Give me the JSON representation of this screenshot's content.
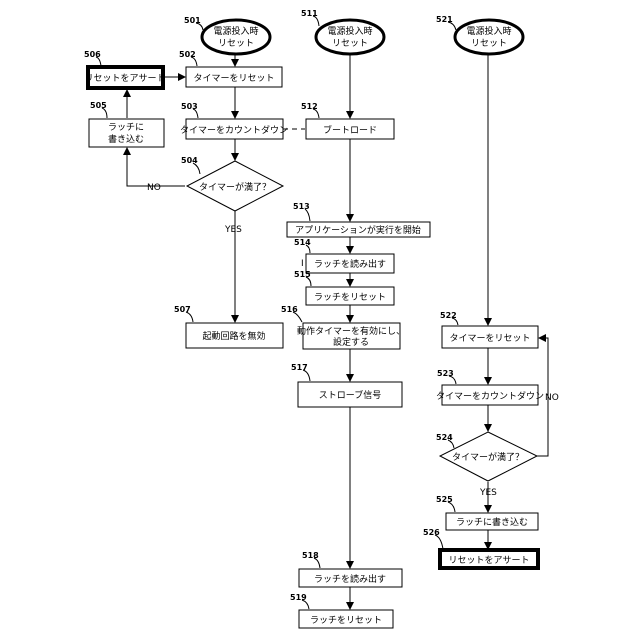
{
  "nodes": {
    "n501": {
      "ref": "501",
      "lines": [
        "電源投入時",
        "リセット"
      ]
    },
    "n502": {
      "ref": "502",
      "lines": [
        "タイマーをリセット"
      ]
    },
    "n503": {
      "ref": "503",
      "lines": [
        "タイマーをカウントダウン"
      ]
    },
    "n504": {
      "ref": "504",
      "lines": [
        "タイマーが満了？"
      ]
    },
    "n505": {
      "ref": "505",
      "lines": [
        "ラッチに",
        "書き込む"
      ]
    },
    "n506": {
      "ref": "506",
      "lines": [
        "リセットをアサート"
      ]
    },
    "n507": {
      "ref": "507",
      "lines": [
        "起動回路を無効"
      ]
    },
    "n511": {
      "ref": "511",
      "lines": [
        "電源投入時",
        "リセット"
      ]
    },
    "n512": {
      "ref": "512",
      "lines": [
        "ブートロード"
      ]
    },
    "n513": {
      "ref": "513",
      "lines": [
        "アプリケーションが実行を開始"
      ]
    },
    "n514": {
      "ref": "514",
      "lines": [
        "ラッチを読み出す"
      ]
    },
    "n515": {
      "ref": "515",
      "lines": [
        "ラッチをリセット"
      ]
    },
    "n516": {
      "ref": "516",
      "lines": [
        "動作タイマーを有効にし、",
        "設定する"
      ]
    },
    "n517": {
      "ref": "517",
      "lines": [
        "ストローブ信号"
      ]
    },
    "n518": {
      "ref": "518",
      "lines": [
        "ラッチを読み出す"
      ]
    },
    "n519": {
      "ref": "519",
      "lines": [
        "ラッチをリセット"
      ]
    },
    "n521": {
      "ref": "521",
      "lines": [
        "電源投入時",
        "リセット"
      ]
    },
    "n522": {
      "ref": "522",
      "lines": [
        "タイマーをリセット"
      ]
    },
    "n523": {
      "ref": "523",
      "lines": [
        "タイマーをカウントダウン"
      ]
    },
    "n524": {
      "ref": "524",
      "lines": [
        "タイマーが満了？"
      ]
    },
    "n525": {
      "ref": "525",
      "lines": [
        "ラッチに書き込む"
      ]
    },
    "n526": {
      "ref": "526",
      "lines": [
        "リセットをアサート"
      ]
    }
  },
  "edge_labels": {
    "no_504": "NO",
    "yes_504": "YES",
    "no_524": "NO",
    "yes_524": "YES",
    "mark_514": "I"
  }
}
